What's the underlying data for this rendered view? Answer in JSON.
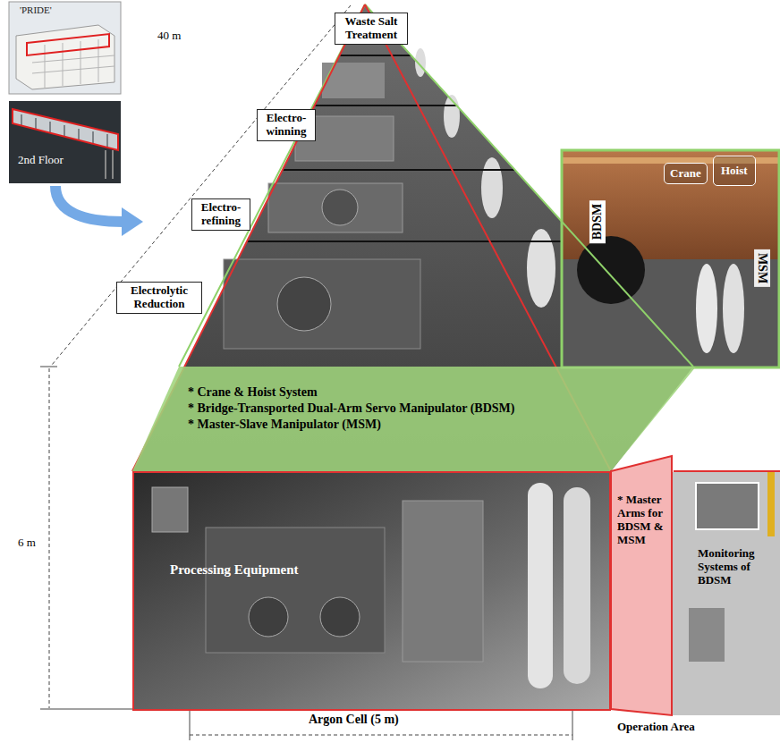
{
  "diagram": {
    "nodes": [
      {
        "text": [
          "Waste Salt Treatment"
        ]
      },
      {
        "text": [
          "Electro-winning"
        ]
      },
      {
        "text": [
          "Electro-refining"
        ]
      },
      {
        "text": [
          "Electrolytic Reduction"
        ]
      },
      {
        "text": [
          "* Crane & Hoist System",
          "* Bridge-Transported Dual-Arm Servo Manipulator (BDSM)",
          "* Master-Slave Manipulator (MSM)"
        ]
      },
      {
        "text": [
          "Processing Equipment"
        ]
      },
      {
        "text": [
          "* Master Arms for BDSM & MSM"
        ]
      },
      {
        "text": [
          "Crane"
        ]
      },
      {
        "text": [
          "Hoist"
        ]
      }
    ],
    "labels": [
      "'PRIDE'",
      "2nd Floor",
      "40 m",
      "6 m",
      "BDSM",
      "MSM",
      "Monitoring Systems of BDSM",
      "Argon Cell (5 m)",
      "Operation Area"
    ]
  }
}
